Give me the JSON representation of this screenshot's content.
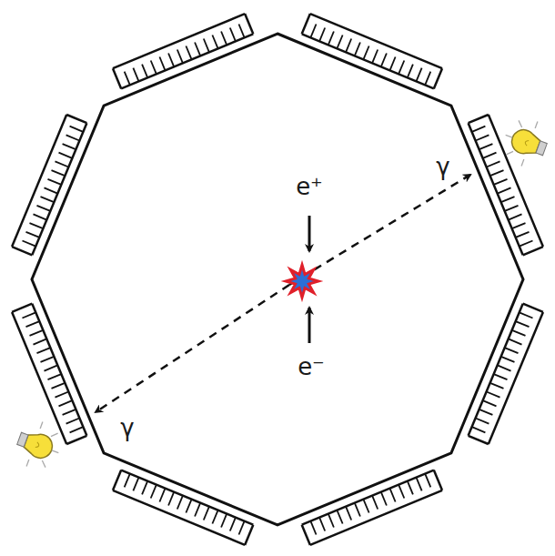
{
  "diagram": {
    "labels": [
      "e⁺",
      "e⁻",
      "γ",
      "γ"
    ]
  }
}
